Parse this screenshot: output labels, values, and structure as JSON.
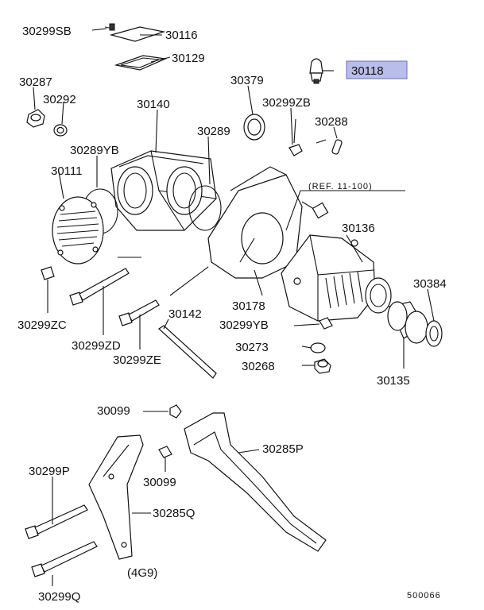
{
  "diagram": {
    "labels": {
      "p30299SB": "30299SB",
      "p30116": "30116",
      "p30129": "30129",
      "p30118": "30118",
      "p30287": "30287",
      "p30292": "30292",
      "p30140": "30140",
      "p30379": "30379",
      "p30299ZB": "30299ZB",
      "p30288": "30288",
      "p30289YB": "30289YB",
      "p30289": "30289",
      "p30111": "30111",
      "ref": "(REF. 11-100)",
      "p30136": "30136",
      "p30384": "30384",
      "p30178": "30178",
      "p30299YB": "30299YB",
      "p30142": "30142",
      "p30299ZC": "30299ZC",
      "p30299ZD": "30299ZD",
      "p30299ZE": "30299ZE",
      "p30273": "30273",
      "p30268": "30268",
      "p30135": "30135",
      "p30099a": "30099",
      "p30285P": "30285P",
      "p30099b": "30099",
      "p30299P": "30299P",
      "p30285Q": "30285Q",
      "engine": "(4G9)",
      "p30299Q": "30299Q",
      "code": "500066"
    },
    "highlight_color": "#b9bde9"
  }
}
